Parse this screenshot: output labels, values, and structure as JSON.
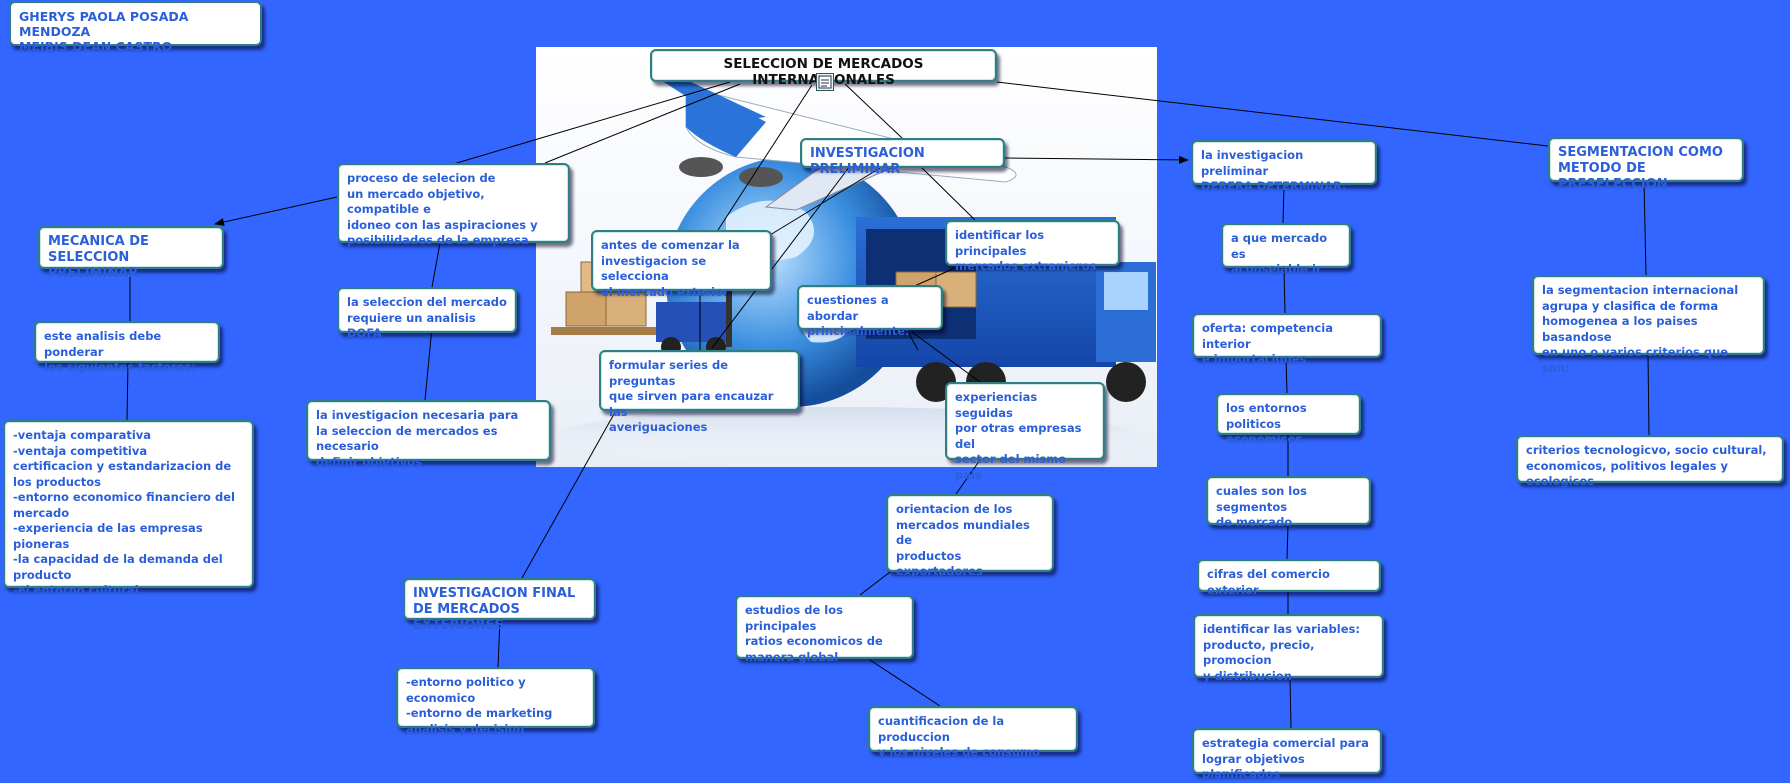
{
  "authors": [
    "GHERYS PAOLA POSADA MENDOZA",
    "MEIBIS DEAN CASTRO"
  ],
  "root": "SELECCION DE MERCADOS INTERNACIONALES",
  "nodes": {
    "proceso": "proceso de selecion de\nun mercado objetivo, compatible e\nidoneo con las aspiraciones y\nposibilidades de la empresa",
    "mecanica": "MECANICA DE SELECCION\nPRELIMINAR",
    "analisis": "este analisis debe ponderar\nlos siguientes factores:",
    "factores": "-ventaja comparativa\n-ventaja competitiva\ncertificacion y estandarizacion de\nlos productos\n-entorno economico financiero del\nmercado\n-experiencia de las empresas pioneras\n-la capacidad de la demanda del\nproducto\n-el entorno cultural",
    "dofa": "la seleccion del mercado\nrequiere un analisis DOFA",
    "objetivos": "la investigacion necesaria para\nla seleccion de mercados es necesario\ndefinir objetivos",
    "antes": "antes de comenzar la\ninvestigacion se selecciona\nel mercado exterior",
    "inv_prelim": "INVESTIGACION PRELIMINAR",
    "identificar": "identificar los principales\nmercados extranjeros",
    "cuestiones": "cuestiones a abordar\nprincipalmente:",
    "formular": "formular series de preguntas\nque sirven para encauzar las\naveriguaciones",
    "experiencias": "experiencias seguidas\npor otras empresas del\nsector del mismo pais",
    "orientacion": "orientacion de los\nmercados mundiales  de\nproductos exportadores",
    "estudios": "estudios de los principales\nratios economicos de\nmanera global",
    "cuantificacion": "cuantificacion de la produccion\ny los niveles de consumo",
    "inv_final": "INVESTIGACION FINAL\nDE MERCADOS EXTERIORES",
    "entorno": "-entorno politico y economico\n-entorno de marketing\nanalisis y decision",
    "debera": "la investigacion preliminar\nDEBERA DETERMINAR:",
    "que_mercado": "a que mercado es\naconsejable ir",
    "oferta": "oferta: competencia interior\ne importaciones",
    "entornos_pol": "los entornos politicos\neconomicos",
    "segmentos": "cuales son los segmentos\nde mercado",
    "cifras": "cifras del comercio exterior",
    "variables": "identificar las variables:\nproducto, precio, promocion\ny distribucion",
    "estrategia": "estrategia comercial para\nlograr objetivos planificados",
    "segmentacion": "SEGMENTACION COMO\nMETODO DE PRESELECCION",
    "seg_intl": "la segmentacion internacional\nagrupa y clasifica de forma\nhomogenea a los paises basandose\nen uno o varios criterios que son:",
    "criterios": "criterios tecnologicvo, socio cultural,\neconomicos, politivos legales y ecologicos"
  },
  "colors": {
    "background": "#3366ff",
    "node_text": "#2b5fd9",
    "node_border": "#2f7e82",
    "line": "#000000"
  },
  "icons": {
    "root_attachment": "document-icon"
  }
}
